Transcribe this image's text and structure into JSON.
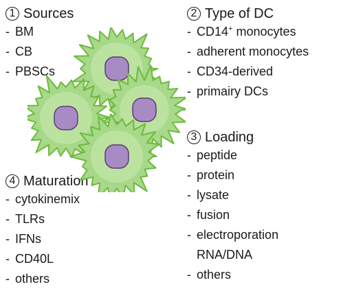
{
  "sections": {
    "sources": {
      "number": "1",
      "title": "Sources",
      "items": [
        "BM",
        "CB",
        "PBSCs"
      ]
    },
    "type_of_dc": {
      "number": "2",
      "title": "Type of DC",
      "items": {
        "cd14_base": "CD14",
        "cd14_sup": "+",
        "cd14_rest": " monocytes",
        "adherent": "adherent monocytes",
        "cd34": "CD34-derived",
        "primary": "primairy DCs"
      }
    },
    "loading": {
      "number": "3",
      "title": "Loading",
      "items": [
        "peptide",
        "protein",
        "lysate",
        "fusion",
        "electroporation",
        "RNA/DNA",
        "others"
      ]
    },
    "maturation": {
      "number": "4",
      "title": "Maturation",
      "items": [
        "cytokinemix",
        "TLRs",
        "IFNs",
        "CD40L",
        "others"
      ]
    }
  },
  "colors": {
    "cell_fill": "#a8d88a",
    "cell_outline": "#6cbb3c",
    "nucleus_fill": "#a98bc4",
    "nucleus_outline": "#5a3a78",
    "text": "#1a1a1a"
  },
  "icons": {
    "cells": "dendritic-cell-cluster-illustration"
  }
}
